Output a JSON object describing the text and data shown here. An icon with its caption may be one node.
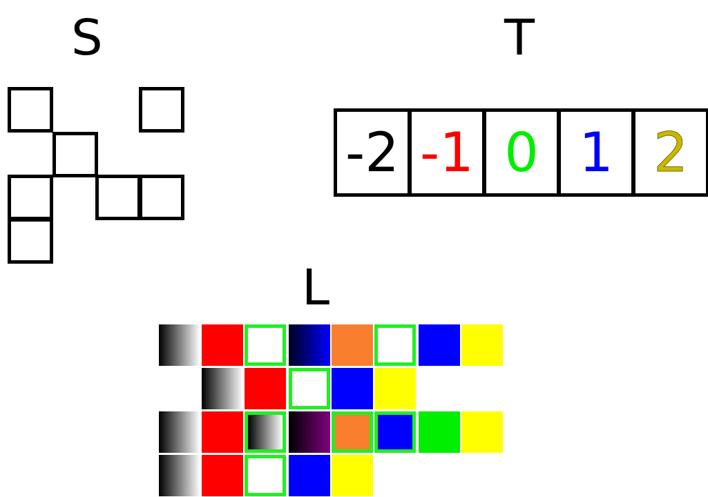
{
  "diagram": {
    "labels": [
      "S",
      "T",
      "-2",
      "-1",
      "0",
      "1",
      "2",
      "L"
    ]
  }
}
